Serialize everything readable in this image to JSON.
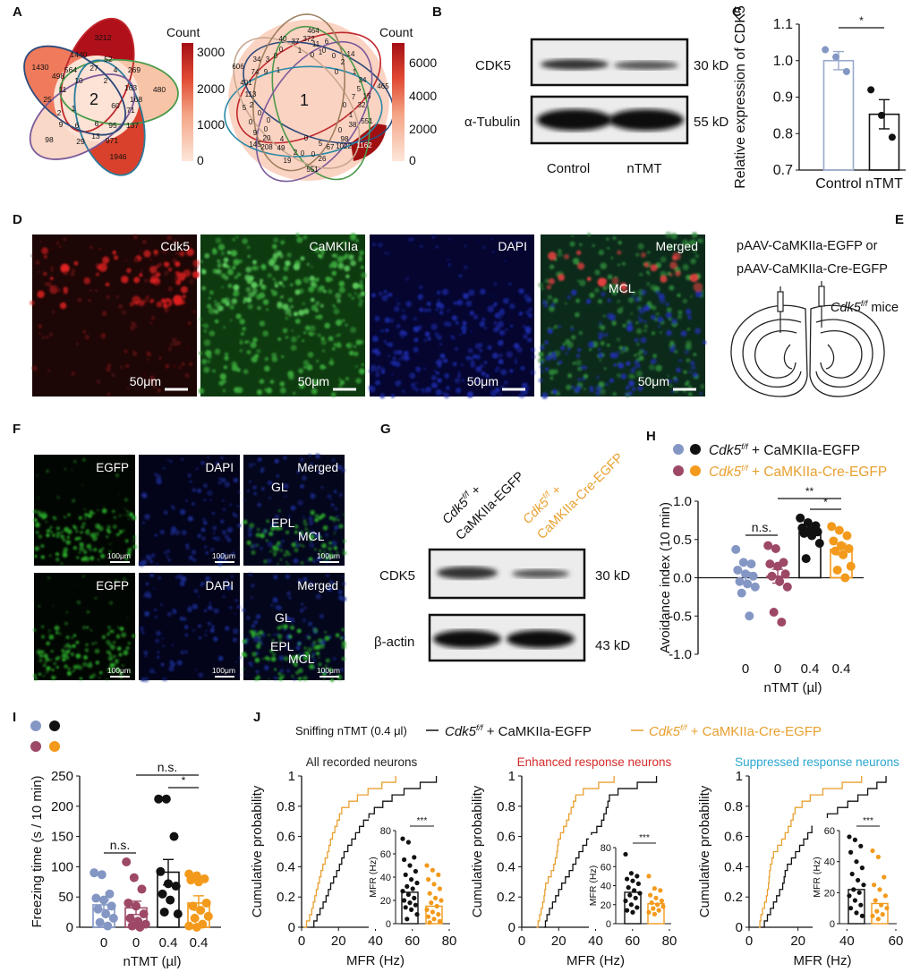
{
  "panel_labels": {
    "A": "A",
    "B": "B",
    "C": "C",
    "D": "D",
    "E": "E",
    "F": "F",
    "G": "G",
    "H": "H",
    "I": "I",
    "J": "J"
  },
  "A": {
    "colorbar1": {
      "title": "Count",
      "ticks": [
        "3000",
        "2000",
        "1000",
        "0"
      ]
    },
    "colorbar2": {
      "title": "Count",
      "ticks": [
        "6000",
        "4000",
        "2000",
        "0"
      ]
    },
    "venn1": [
      "3212",
      "1440",
      "1430",
      "52",
      "564",
      "27",
      "4",
      "269",
      "498",
      "10",
      "2",
      "163",
      "480",
      "11",
      "25",
      "2",
      "168",
      "60",
      "71",
      "2",
      "1",
      "9",
      "6",
      "6",
      "95",
      "137",
      "98",
      "29",
      "13",
      "971",
      "1946"
    ],
    "venn2": [
      "464",
      "40",
      "37",
      "372",
      "6",
      "0",
      "1",
      "11",
      "0",
      "14",
      "1",
      "0",
      "606",
      "34",
      "3",
      "0",
      "0",
      "2",
      "74",
      "9",
      "1",
      "0",
      "1",
      "401",
      "34",
      "465",
      "113",
      "5",
      "15",
      "7",
      "1",
      "5",
      "2",
      "0",
      "32",
      "0",
      "0",
      "0",
      "1",
      "38",
      "551",
      "0",
      "0",
      "9",
      "20",
      "4",
      "0",
      "98",
      "145",
      "208",
      "49",
      "5",
      "67",
      "1022",
      "1162",
      "2",
      "0",
      "0",
      "26",
      "19",
      "551"
    ]
  },
  "B": {
    "bands": [
      "CDK5",
      "α-Tubulin"
    ],
    "sizes": [
      "30 kD",
      "55 kD"
    ],
    "lanes": [
      "Control",
      "nTMT"
    ]
  },
  "D": {
    "channels": [
      "Cdk5",
      "CaMKIIa",
      "DAPI",
      "Merged"
    ],
    "scale": "50μm",
    "region": "MCL"
  },
  "E": {
    "line1": "pAAV-CaMKIIa-EGFP or",
    "line2": "pAAV-CaMKIIa-Cre-EGFP",
    "gene": "Cdk5",
    "sup": "f/f",
    "mice": " mice"
  },
  "F": {
    "channels": [
      "EGFP",
      "DAPI",
      "Merged"
    ],
    "scale": "100μm",
    "layers": [
      "GL",
      "EPL",
      "MCL"
    ]
  },
  "G": {
    "lanes": [
      {
        "gene": "Cdk5",
        "sup": "f/f",
        "plus": " +",
        "construct": "CaMKIIa-EGFP"
      },
      {
        "gene": "Cdk5",
        "sup": "f/f",
        "plus": " +",
        "construct": "CaMKIIa-Cre-EGFP"
      }
    ],
    "bands": [
      "CDK5",
      "β-actin"
    ],
    "sizes": [
      "30 kD",
      "43 kD"
    ]
  },
  "legend": {
    "gene": "Cdk5",
    "sup": "f/f",
    "ctrl": " + CaMKIIa-EGFP",
    "cre": " + CaMKIIa-Cre-EGFP",
    "sniff": "Sniffing nTMT (0.4 μl)",
    "dash": "—"
  },
  "colors": {
    "blue": "#8497c4",
    "maroon": "#9c4866",
    "black": "#111111",
    "orange": "#f39a1c",
    "ctrlBar": "#9aa8cc"
  },
  "chart_data": [
    {
      "id": "C",
      "type": "bar",
      "ylabel": "Relative expression of CDK5",
      "ylim": [
        0.7,
        1.1
      ],
      "yticks": [
        "0.7",
        "0.8",
        "0.9",
        "1.0",
        "1.1"
      ],
      "groups": [
        {
          "label": "Control",
          "values": [
            1.03,
            1.01,
            0.97
          ],
          "mean": 1.0,
          "sem": 0.025,
          "color": "blue",
          "bar": "ctrlBar"
        },
        {
          "label": "nTMT",
          "values": [
            0.92,
            0.85,
            0.79
          ],
          "mean": 0.853,
          "sem": 0.04,
          "color": "black",
          "bar": "black"
        }
      ],
      "sig": [
        {
          "from": 0,
          "to": 1,
          "text": "*"
        }
      ]
    },
    {
      "id": "H",
      "type": "bar",
      "ylabel": "Avoidance index (10 min)",
      "xlabel": "nTMT (µl)",
      "ylim": [
        -1,
        1
      ],
      "yticks": [
        "-1.0",
        "-0.5",
        "0.0",
        "0.5",
        "1.0"
      ],
      "groups": [
        {
          "label": "0",
          "values": [
            0.37,
            0.2,
            0.18,
            0.1,
            0.05,
            0.02,
            -0.05,
            -0.08,
            -0.12,
            -0.2,
            -0.5
          ],
          "mean": 0.0,
          "sem": 0.07,
          "color": "blue",
          "bar": "blue"
        },
        {
          "label": "0",
          "values": [
            0.42,
            0.38,
            0.2,
            0.18,
            0.15,
            0.05,
            0.02,
            -0.05,
            -0.12,
            -0.45,
            -0.58
          ],
          "mean": 0.02,
          "sem": 0.09,
          "color": "maroon",
          "bar": "maroon"
        },
        {
          "label": "0.4",
          "values": [
            0.78,
            0.72,
            0.68,
            0.65,
            0.62,
            0.6,
            0.58,
            0.55,
            0.45,
            0.25
          ],
          "mean": 0.6,
          "sem": 0.05,
          "color": "black",
          "bar": "black"
        },
        {
          "label": "0.4",
          "values": [
            0.67,
            0.62,
            0.55,
            0.48,
            0.42,
            0.38,
            0.35,
            0.3,
            0.15,
            0.1,
            0.0
          ],
          "mean": 0.37,
          "sem": 0.07,
          "color": "orange",
          "bar": "orange"
        }
      ],
      "sig": [
        {
          "from": 0,
          "to": 1,
          "text": "n.s."
        },
        {
          "from": 1,
          "to": 3,
          "text": "**"
        },
        {
          "from": 2,
          "to": 3,
          "text": "*"
        }
      ]
    },
    {
      "id": "I",
      "type": "bar",
      "ylabel": "Freezing time (s / 10 min)",
      "xlabel": "nTMT (µl)",
      "ylim": [
        0,
        250
      ],
      "yticks": [
        "0",
        "50",
        "100",
        "150",
        "200",
        "250"
      ],
      "groups": [
        {
          "label": "0",
          "values": [
            90,
            87,
            55,
            48,
            45,
            35,
            30,
            22,
            15,
            8,
            2
          ],
          "mean": 37,
          "sem": 8,
          "color": "blue",
          "bar": "blue"
        },
        {
          "label": "0",
          "values": [
            108,
            82,
            63,
            40,
            35,
            22,
            15,
            10,
            5,
            2,
            0
          ],
          "mean": 32,
          "sem": 11,
          "color": "maroon",
          "bar": "maroon"
        },
        {
          "label": "0.4",
          "values": [
            212,
            212,
            150,
            92,
            72,
            68,
            55,
            45,
            22,
            25
          ],
          "mean": 91,
          "sem": 21,
          "color": "black",
          "bar": "black"
        },
        {
          "label": "0.4",
          "values": [
            88,
            85,
            80,
            78,
            75,
            40,
            35,
            28,
            18,
            15,
            5,
            2,
            0
          ],
          "mean": 40,
          "sem": 12,
          "color": "orange",
          "bar": "orange"
        }
      ],
      "sig": [
        {
          "from": 0,
          "to": 1,
          "text": "n.s."
        },
        {
          "from": 1,
          "to": 3,
          "text": "n.s."
        },
        {
          "from": 2,
          "to": 3,
          "text": "*"
        }
      ]
    },
    {
      "id": "J1",
      "type": "line",
      "title": "All recorded neurons",
      "titleColor": "#222222",
      "xlabel": "MFR (Hz)",
      "ylabel": "Cumulative probability",
      "xlim": [
        0,
        80
      ],
      "xticks": [
        "0",
        "20",
        "40",
        "60",
        "80"
      ],
      "ylim": [
        0,
        1
      ],
      "yticks": [
        "0",
        "0.2",
        "0.4",
        "0.6",
        "0.8",
        "1"
      ],
      "p": [
        0,
        0.1,
        0.2,
        0.3,
        0.4,
        0.5,
        0.6,
        0.7,
        0.8,
        0.9,
        1
      ],
      "series": [
        {
          "name": "ctrl",
          "color": "black",
          "x": [
            5,
            9,
            13,
            16,
            20,
            23,
            28,
            33,
            40,
            52,
            73
          ]
        },
        {
          "name": "cre",
          "color": "orange",
          "x": [
            1,
            5,
            7,
            9,
            11,
            14,
            16,
            19,
            22,
            33,
            51
          ]
        }
      ],
      "inset": {
        "ylabel": "MFR (Hz)",
        "ylim": [
          0,
          80
        ],
        "yticks": [
          "0",
          "20",
          "40",
          "60",
          "80"
        ],
        "sig": "***",
        "groups": [
          {
            "mean": 27,
            "color": "black",
            "values": [
              73,
              70,
              57,
              55,
              50,
              45,
              42,
              38,
              35,
              32,
              30,
              28,
              25,
              22,
              20,
              18,
              16,
              14,
              12,
              8,
              4
            ]
          },
          {
            "mean": 15,
            "color": "orange",
            "values": [
              50,
              46,
              42,
              38,
              34,
              30,
              26,
              22,
              20,
              18,
              15,
              12,
              10,
              8,
              6,
              4,
              2,
              1
            ]
          }
        ]
      }
    },
    {
      "id": "J2",
      "type": "line",
      "title": "Enhanced response neurons",
      "titleColor": "#d62a2a",
      "xlabel": "MFR (Hz)",
      "ylabel": "Cumulative probability",
      "xlim": [
        0,
        80
      ],
      "xticks": [
        "0",
        "20",
        "40",
        "60",
        "80"
      ],
      "ylim": [
        0,
        1
      ],
      "yticks": [
        "0",
        "0.2",
        "0.4",
        "0.6",
        "0.8",
        "1"
      ],
      "p": [
        0,
        0.1,
        0.2,
        0.3,
        0.4,
        0.5,
        0.6,
        0.7,
        0.8,
        0.9,
        1
      ],
      "series": [
        {
          "name": "ctrl",
          "color": "black",
          "x": [
            12,
            14,
            18,
            22,
            27,
            31,
            36,
            43,
            46,
            48,
            73
          ]
        },
        {
          "name": "cre",
          "color": "orange",
          "x": [
            8,
            10,
            12,
            13,
            17,
            19,
            20,
            24,
            27,
            30,
            50
          ]
        }
      ],
      "inset": {
        "ylabel": "MFR (Hz)",
        "ylim": [
          0,
          80
        ],
        "yticks": [
          "0",
          "20",
          "40",
          "60",
          "80"
        ],
        "sig": "***",
        "groups": [
          {
            "mean": 33,
            "color": "black",
            "values": [
              73,
              53,
              50,
              47,
              45,
              42,
              38,
              35,
              32,
              30,
              27,
              24,
              20,
              17,
              14,
              12
            ]
          },
          {
            "mean": 21,
            "color": "orange",
            "values": [
              50,
              37,
              35,
              30,
              27,
              24,
              22,
              20,
              18,
              16,
              14,
              12,
              10
            ]
          }
        ]
      }
    },
    {
      "id": "J3",
      "type": "line",
      "title": "Suppressed response neurons",
      "titleColor": "#2aa6cf",
      "xlabel": "MFR (Hz)",
      "ylabel": "Cumulative probability",
      "xlim": [
        0,
        60
      ],
      "xticks": [
        "0",
        "20",
        "40",
        "60"
      ],
      "ylim": [
        0,
        1
      ],
      "yticks": [
        "0",
        "0.2",
        "0.4",
        "0.6",
        "0.8",
        "1"
      ],
      "p": [
        0,
        0.1,
        0.2,
        0.3,
        0.4,
        0.5,
        0.6,
        0.7,
        0.8,
        0.9,
        1
      ],
      "series": [
        {
          "name": "ctrl",
          "color": "black",
          "x": [
            5,
            8,
            11,
            14,
            15,
            19,
            23,
            27,
            37,
            47,
            56
          ]
        },
        {
          "name": "cre",
          "color": "orange",
          "x": [
            4,
            5,
            7,
            8,
            8.5,
            10,
            14,
            17,
            19,
            27,
            46
          ]
        }
      ],
      "inset": {
        "ylabel": "MFR (Hz)",
        "ylim": [
          0,
          60
        ],
        "yticks": [
          "0",
          "20",
          "40",
          "60"
        ],
        "sig": "***",
        "groups": [
          {
            "mean": 22,
            "color": "black",
            "values": [
              56,
              54,
              50,
              46,
              40,
              36,
              32,
              28,
              25,
              22,
              20,
              18,
              15,
              12,
              10,
              7,
              5
            ]
          },
          {
            "mean": 13,
            "color": "orange",
            "values": [
              47,
              43,
              30,
              25,
              22,
              18,
              15,
              12,
              10,
              8,
              6,
              5,
              3
            ]
          }
        ]
      }
    }
  ]
}
